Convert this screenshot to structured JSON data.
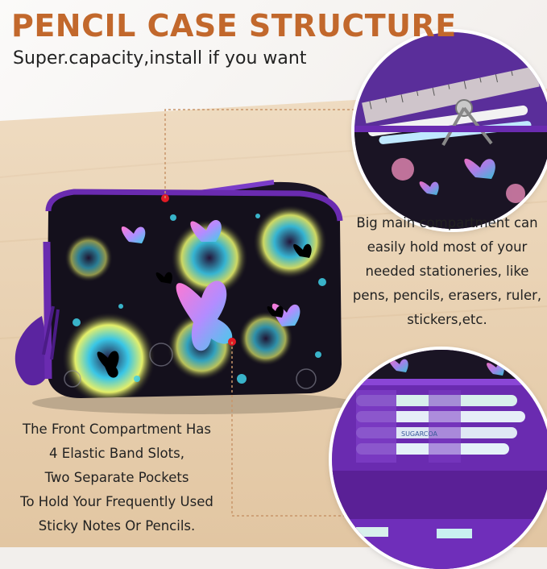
{
  "header": {
    "title": "PENCIL CASE STRUCTURE",
    "subtitle": "Super.capacity,install if you want"
  },
  "callouts": {
    "main_compartment": [
      "Big main compartment can",
      "easily hold most of your",
      "needed stationeries, like",
      "pens, pencils, erasers, ruler,",
      "stickers,etc."
    ],
    "front_compartment": [
      "The Front Compartment Has",
      "4 Elastic Band Slots,",
      "Two Separate Pockets",
      "To Hold Your Frequently Used",
      "Sticky Notes Or Pencils."
    ]
  },
  "colors": {
    "title": "#c2682c",
    "text": "#222222",
    "callout_line": "#c8956a",
    "marker": "#e01b24",
    "case_purple": "#6a2bb0",
    "case_black": "#14101c",
    "butterfly_cyan": "#3fd0e8",
    "desk_wood": "#e9d2b4"
  },
  "product_detail": {
    "pen_brand_label": "SUGARCOA"
  }
}
